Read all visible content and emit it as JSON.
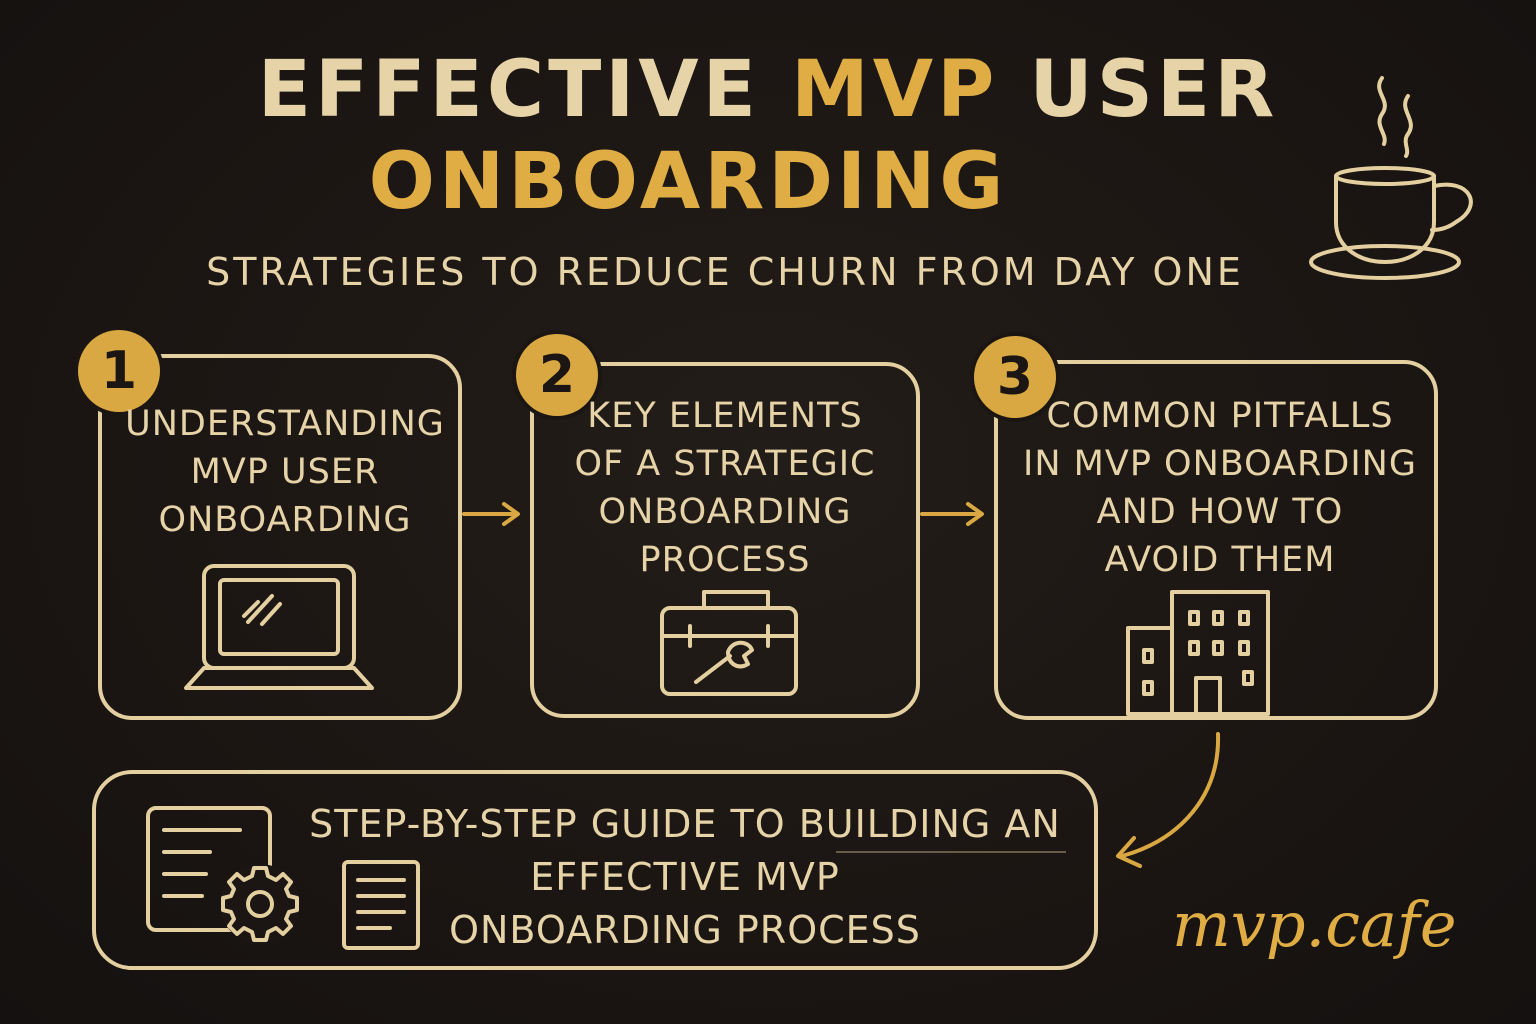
{
  "header": {
    "title_part1": "Effective ",
    "title_highlight": "MVP",
    "title_part2": " User",
    "title_line2": "Onboarding",
    "subtitle": "Strategies to reduce churn from day one"
  },
  "steps": [
    {
      "number": "1",
      "lines": [
        "Understanding",
        "MVP user",
        "onboarding"
      ],
      "icon": "laptop-icon"
    },
    {
      "number": "2",
      "lines": [
        "Key elements",
        "of a strategic",
        "onboarding",
        "process"
      ],
      "icon": "toolbox-icon"
    },
    {
      "number": "3",
      "lines": [
        "Common pitfalls",
        "in MVP onboarding",
        "and how to",
        "avoid them"
      ],
      "icon": "building-icon"
    }
  ],
  "guide": {
    "lines": [
      "Step-by-step guide to building an",
      "effective MVP",
      "onboarding process"
    ],
    "icons": [
      "settings-window-icon",
      "document-icon"
    ]
  },
  "brand": "mvp.cafe",
  "colors": {
    "background": "#1b1613",
    "cream": "#e6d3a8",
    "gold": "#e0ad45"
  }
}
